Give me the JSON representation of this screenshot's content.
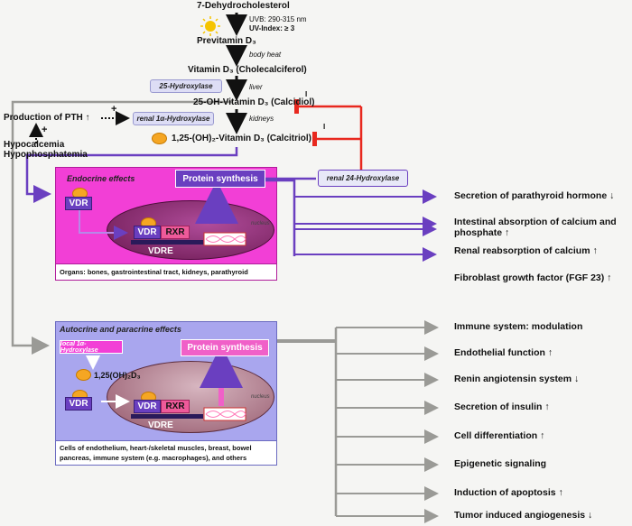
{
  "pathway": {
    "dehydro": "7-Dehydrocholesterol",
    "uvb": "UVB: 290-315 nm",
    "uv_index": "UV-Index: ≥ 3",
    "previtamin": "Previtamin D₃",
    "body_heat": "body heat",
    "vitamin_d3": "Vitamin D₃ (Cholecalciferol)",
    "hydroxylase25": "25-Hydroxylase",
    "liver": "liver",
    "calcidiol": "25-OH-Vitamin D₃ (Calcidiol)",
    "pth": "Production of PTH ↑",
    "plus": "+",
    "minus": "I",
    "renal1a": "renal 1α-Hydroxylase",
    "kidneys": "kidneys",
    "calcitriol": "1,25-(OH)₂-Vitamin D₃ (Calcitriol)",
    "hypocalcemia": "Hypocalcemia",
    "hypophosphatemia": "Hypophosphatemia",
    "renal24": "renal 24-Hydroxylase"
  },
  "endocrine": {
    "title": "Endocrine effects",
    "protein": "Protein synthesis",
    "vdr": "VDR",
    "rxr": "RXR",
    "vdre": "VDRE",
    "nucleus": "nucleus",
    "organs": "Organs: bones, gastrointestinal tract, kidneys, parathyroid",
    "effects": [
      "Secretion of parathyroid hormone ↓",
      "Intestinal absorption of calcium and",
      "phosphate ↑",
      "Renal reabsorption of calcium ↑",
      "Fibroblast growth factor (FGF 23) ↑"
    ]
  },
  "autocrine": {
    "title": "Autocrine and paracrine effects",
    "local1a": "local 1α-Hydroxylase",
    "d3": "1,25(OH)₂D₃",
    "protein": "Protein synthesis",
    "vdr": "VDR",
    "rxr": "RXR",
    "vdre": "VDRE",
    "nucleus": "nucleus",
    "cells1": "Cells of endothelium, heart-/skeletal muscles, breast, bowel",
    "cells2": "pancreas, immune system (e.g. macrophages), and others",
    "effects": [
      "Immune system: modulation",
      "Endothelial function ↑",
      "Renin angiotensin system ↓",
      "Secretion of insulin ↑",
      "Cell differentiation ↑",
      "Epigenetic signaling",
      "Induction of apoptosis ↑",
      "Tumor induced angiogenesis ↓"
    ]
  },
  "colors": {
    "endocrine_bg": "#f23fd6",
    "autocrine_bg": "#a9a6ee",
    "purple": "#6a3fc0",
    "red": "#e8281e",
    "gray": "#9a9a96",
    "magenta": "#f060c8"
  }
}
